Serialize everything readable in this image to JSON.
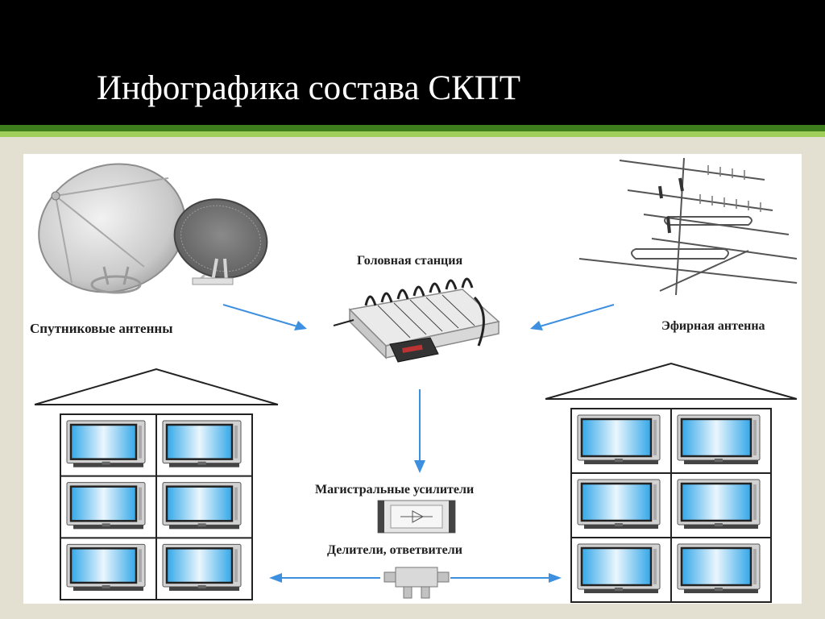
{
  "slide": {
    "title": "Инфографика состава СКПТ"
  },
  "colors": {
    "title_bar": "#000000",
    "stripe_dark": "#3e7d1c",
    "stripe_light": "#9fce5a",
    "page_background": "#e3e0d1",
    "panel": "#ffffff",
    "arrow": "#3d8fe0",
    "screen": "#33a7e8"
  },
  "diagram": {
    "satellite_label": "Спутниковые антенны",
    "headend_label": "Головная станция",
    "terrestrial_label": "Эфирная антенна",
    "amplifiers_label": "Магистральные усилители",
    "splitters_label": "Делители, ответвители"
  }
}
